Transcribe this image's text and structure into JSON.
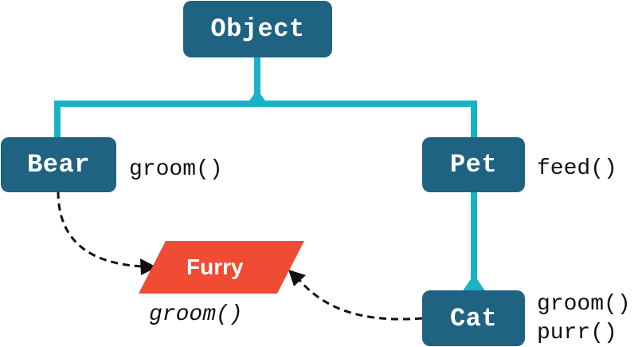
{
  "nodes": {
    "object": {
      "label": "Object"
    },
    "bear": {
      "label": "Bear",
      "methods": [
        "groom()"
      ]
    },
    "pet": {
      "label": "Pet",
      "methods": [
        "feed()"
      ]
    },
    "cat": {
      "label": "Cat",
      "methods": [
        "groom()",
        "purr()"
      ]
    },
    "furry": {
      "label": "Furry",
      "methods": [
        "groom()"
      ]
    }
  },
  "colors": {
    "class_box": "#1f6281",
    "inheritance_line": "#1ab3c6",
    "interface_box": "#ef4c33",
    "dependency_arrow": "#111111"
  }
}
